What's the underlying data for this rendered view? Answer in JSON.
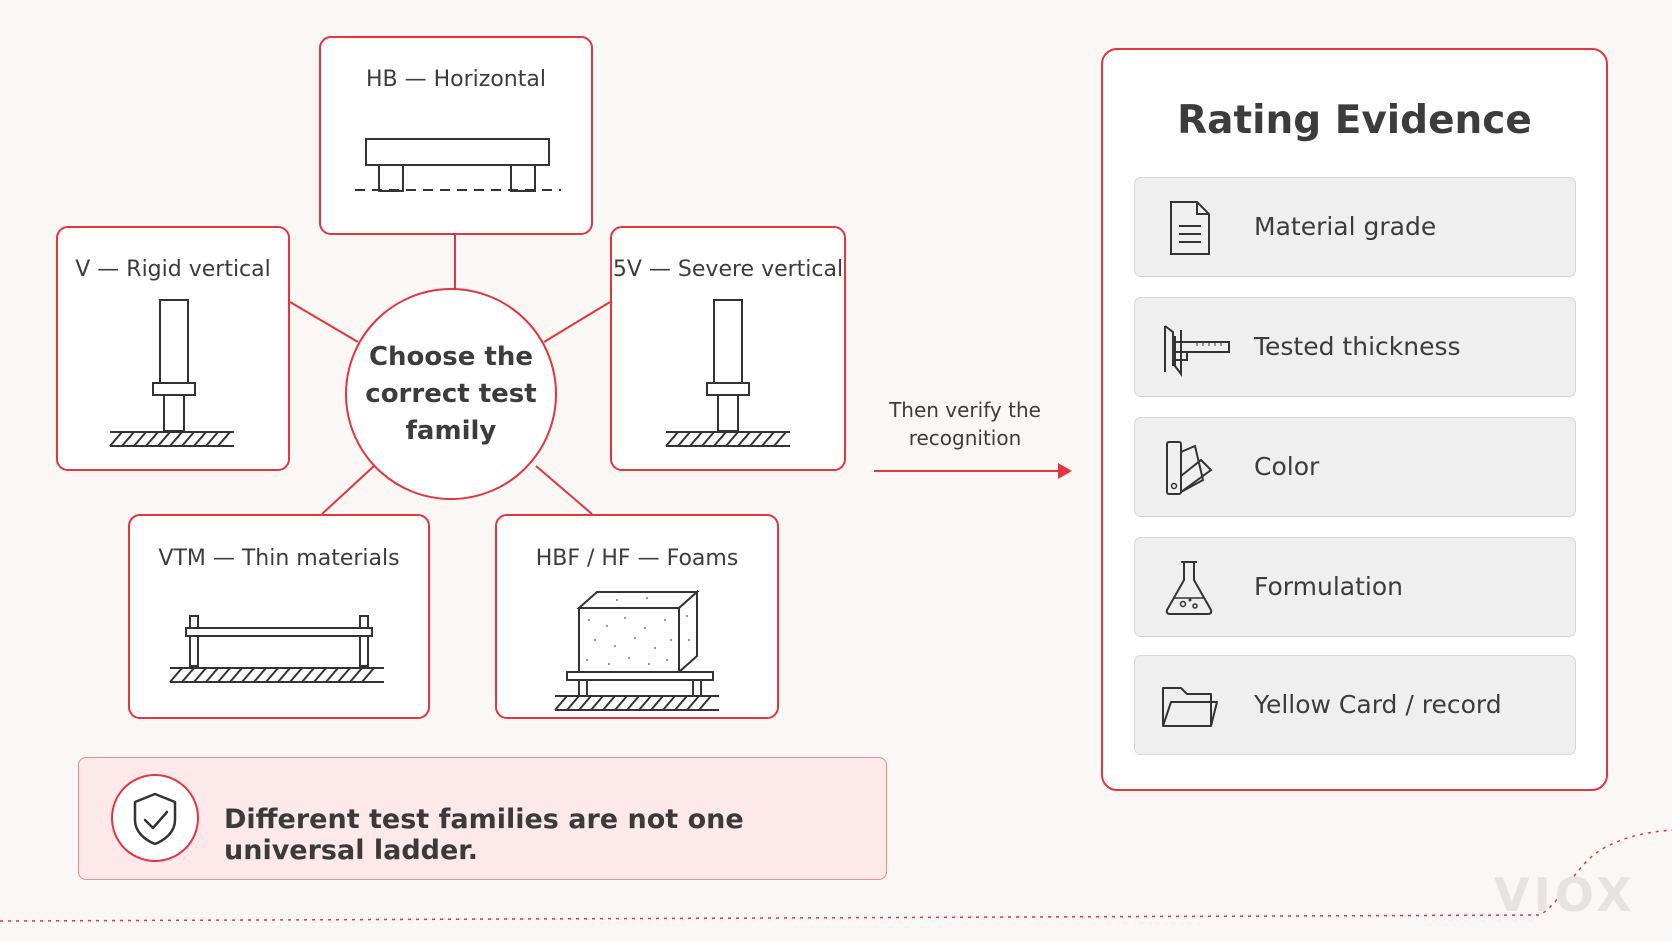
{
  "center": {
    "label": "Choose the\ncorrect test\nfamily"
  },
  "families": [
    {
      "label": "HB — Horizontal"
    },
    {
      "label": "V — Rigid vertical"
    },
    {
      "label": "5V — Severe vertical"
    },
    {
      "label": "VTM — Thin materials"
    },
    {
      "label": "HBF / HF — Foams"
    }
  ],
  "note": {
    "text": "Different test families are not one universal ladder.",
    "icon": "shield-check-icon"
  },
  "arrow": {
    "label": "Then verify the\nrecognition"
  },
  "panel": {
    "title": "Rating Evidence",
    "items": [
      {
        "label": "Material grade",
        "icon": "document-icon"
      },
      {
        "label": "Tested thickness",
        "icon": "caliper-icon"
      },
      {
        "label": "Color",
        "icon": "color-swatch-icon"
      },
      {
        "label": "Formulation",
        "icon": "flask-icon"
      },
      {
        "label": "Yellow Card / record",
        "icon": "folder-icon"
      }
    ]
  },
  "logo": "VIOX",
  "colors": {
    "accent": "#e3343f",
    "background": "#faf7f5",
    "note_fill": "#fde9ea"
  }
}
